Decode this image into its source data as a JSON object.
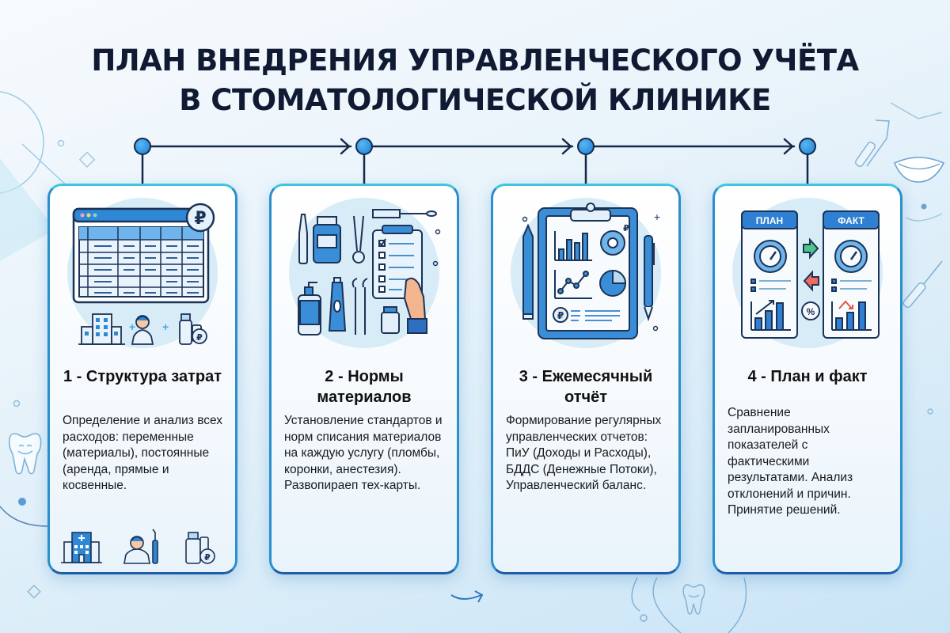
{
  "title": {
    "line1": "ПЛАН ВНЕДРЕНИЯ УПРАВЛЕНЧЕСКОГО УЧЁТА",
    "line2": "В СТОМАТОЛОГИЧЕСКОЙ КЛИНИКЕ"
  },
  "colors": {
    "title": "#101b33",
    "timeline_line": "#15294a",
    "node_fill": "#2a8fe0",
    "card_border_top": "#3cc6df",
    "card_border_bottom": "#1e5ea8",
    "accent_blue": "#2a7fd0",
    "arrow_green": "#4cc58a",
    "arrow_red": "#ef6b5f"
  },
  "steps": [
    {
      "title": "1 - Структура затрат",
      "description": "Определение и анализ всех расходов: переменные (материалы), постоянные (аренда, прямые и косвенные.",
      "illustration": [
        "spreadsheet-icon",
        "ruble-coin-icon",
        "building-icon",
        "doctor-icon",
        "medicine-bottles-icon"
      ],
      "bottom_icons": [
        "hospital-icon",
        "dentist-with-tool-icon",
        "bottles-ruble-icon"
      ]
    },
    {
      "title": "2 - Нормы материалов",
      "description": "Установление стандартов и норм списания материалов на каждую услугу (пломбы, коронки, анестезия). Развопираеп тех-карты.",
      "illustration": [
        "ampoule-icon",
        "jar-icon",
        "dental-mirror-icon",
        "toothbrush-icon",
        "checklist-clipboard-icon",
        "pump-bottle-icon",
        "tube-icon",
        "dental-probe-icon",
        "small-vial-icon",
        "hand-icon"
      ]
    },
    {
      "title": "3 - Ежемесячный отчёт",
      "description": "Формирование регулярных управленческих отчетов: ПиУ (Доходы и Расходы), БДДС (Денежные Потоки), Управленческий баланс.",
      "illustration": [
        "pencil-icon",
        "report-clipboard-icon",
        "bar-chart-icon",
        "donut-chart-icon",
        "line-chart-icon",
        "pie-chart-icon",
        "ruble-icon",
        "pen-icon"
      ]
    },
    {
      "title": "4 - План и факт",
      "description": "Сравнение запланированных показателей с фактическими результатами. Анализ отклонений и причин. Принятие решений.",
      "illustration": {
        "plan_label": "ПЛАН",
        "fact_label": "ФАКТ",
        "percent_symbol": "%",
        "ruble_symbol": "₽"
      }
    }
  ],
  "symbols": {
    "ruble": "₽",
    "plus": "+"
  }
}
